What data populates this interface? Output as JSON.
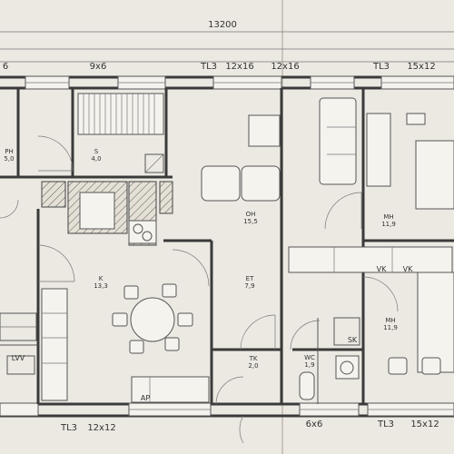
{
  "dimensions": {
    "overall": "13200",
    "top_left": "6",
    "top_9x6": "9x6",
    "top_tl3_a": "TL3",
    "top_12x16_a": "12x16",
    "top_12x16_b": "12x16",
    "top_tl3_b": "TL3",
    "top_15x12": "15x12",
    "bottom_tl3_a": "TL3",
    "bottom_12x12": "12x12",
    "bottom_6x6": "6x6",
    "bottom_tl3_b": "TL3",
    "bottom_15x12": "15x12"
  },
  "rooms": {
    "ph": {
      "name": "PH",
      "area": "5,0"
    },
    "s": {
      "name": "S",
      "area": "4,0"
    },
    "oh": {
      "name": "OH",
      "area": "15,5"
    },
    "mh1": {
      "name": "MH",
      "area": "11,9"
    },
    "k": {
      "name": "K",
      "area": "13,3"
    },
    "et": {
      "name": "ET",
      "area": "7,9"
    },
    "mh2": {
      "name": "MH",
      "area": "11,9"
    },
    "tk": {
      "name": "TK",
      "area": "2,0"
    },
    "wc": {
      "name": "WC",
      "area": "1,9"
    }
  },
  "labels": {
    "vk1": "VK",
    "vk2": "VK",
    "sk": "SK",
    "lvv": "LVV",
    "ap": "AP"
  }
}
